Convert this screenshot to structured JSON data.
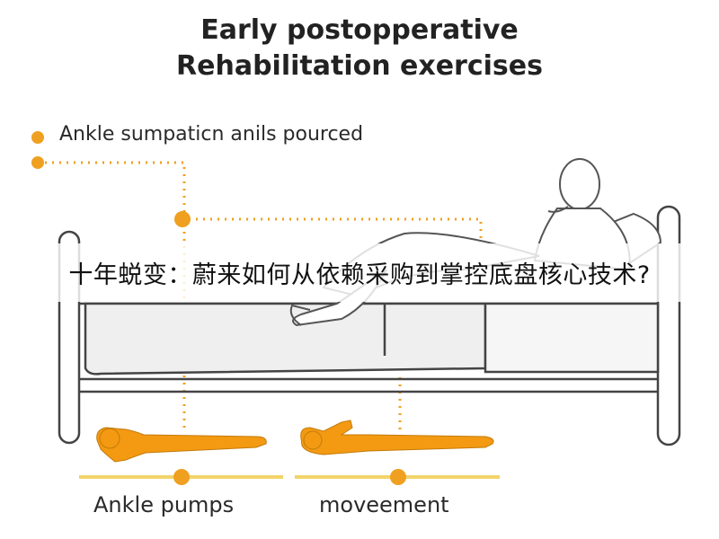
{
  "title": {
    "line1": "Early postopperative",
    "line2": "Rehabilitation exercises"
  },
  "legend": {
    "item": "Ankle sumpaticn anils pourced"
  },
  "labels": {
    "left": "Ankle pumps",
    "right": "moveement"
  },
  "overlay": {
    "caption": "十年蜕变：蔚来如何从依赖采购到掌控底盘核心技术?"
  },
  "colors": {
    "accent": "#f0a020",
    "figure": "#f39a12",
    "bar": "#f2d46a",
    "line": "#555555"
  }
}
